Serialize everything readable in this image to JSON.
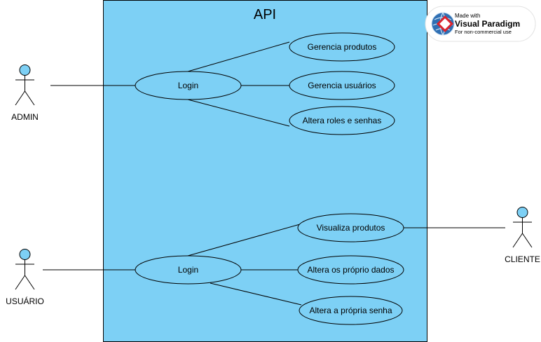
{
  "system": {
    "title": "API",
    "fill": "#7dd0f5"
  },
  "actors": {
    "admin": "ADMIN",
    "usuario": "USUÁRIO",
    "cliente": "CLIENTE"
  },
  "use_cases": {
    "login_top": "Login",
    "gerencia_produtos": "Gerencia produtos",
    "gerencia_usuarios": "Gerencia usuários",
    "altera_roles": "Altera roles e senhas",
    "login_bottom": "Login",
    "visualiza_produtos": "Visualiza produtos",
    "altera_dados": "Altera os próprio dados",
    "altera_senha": "Altera a própria senha"
  },
  "watermark": {
    "line1": "Made with",
    "brand": "Visual Paradigm",
    "line3": "For non-commercial use",
    "accent": "#d9232e"
  }
}
